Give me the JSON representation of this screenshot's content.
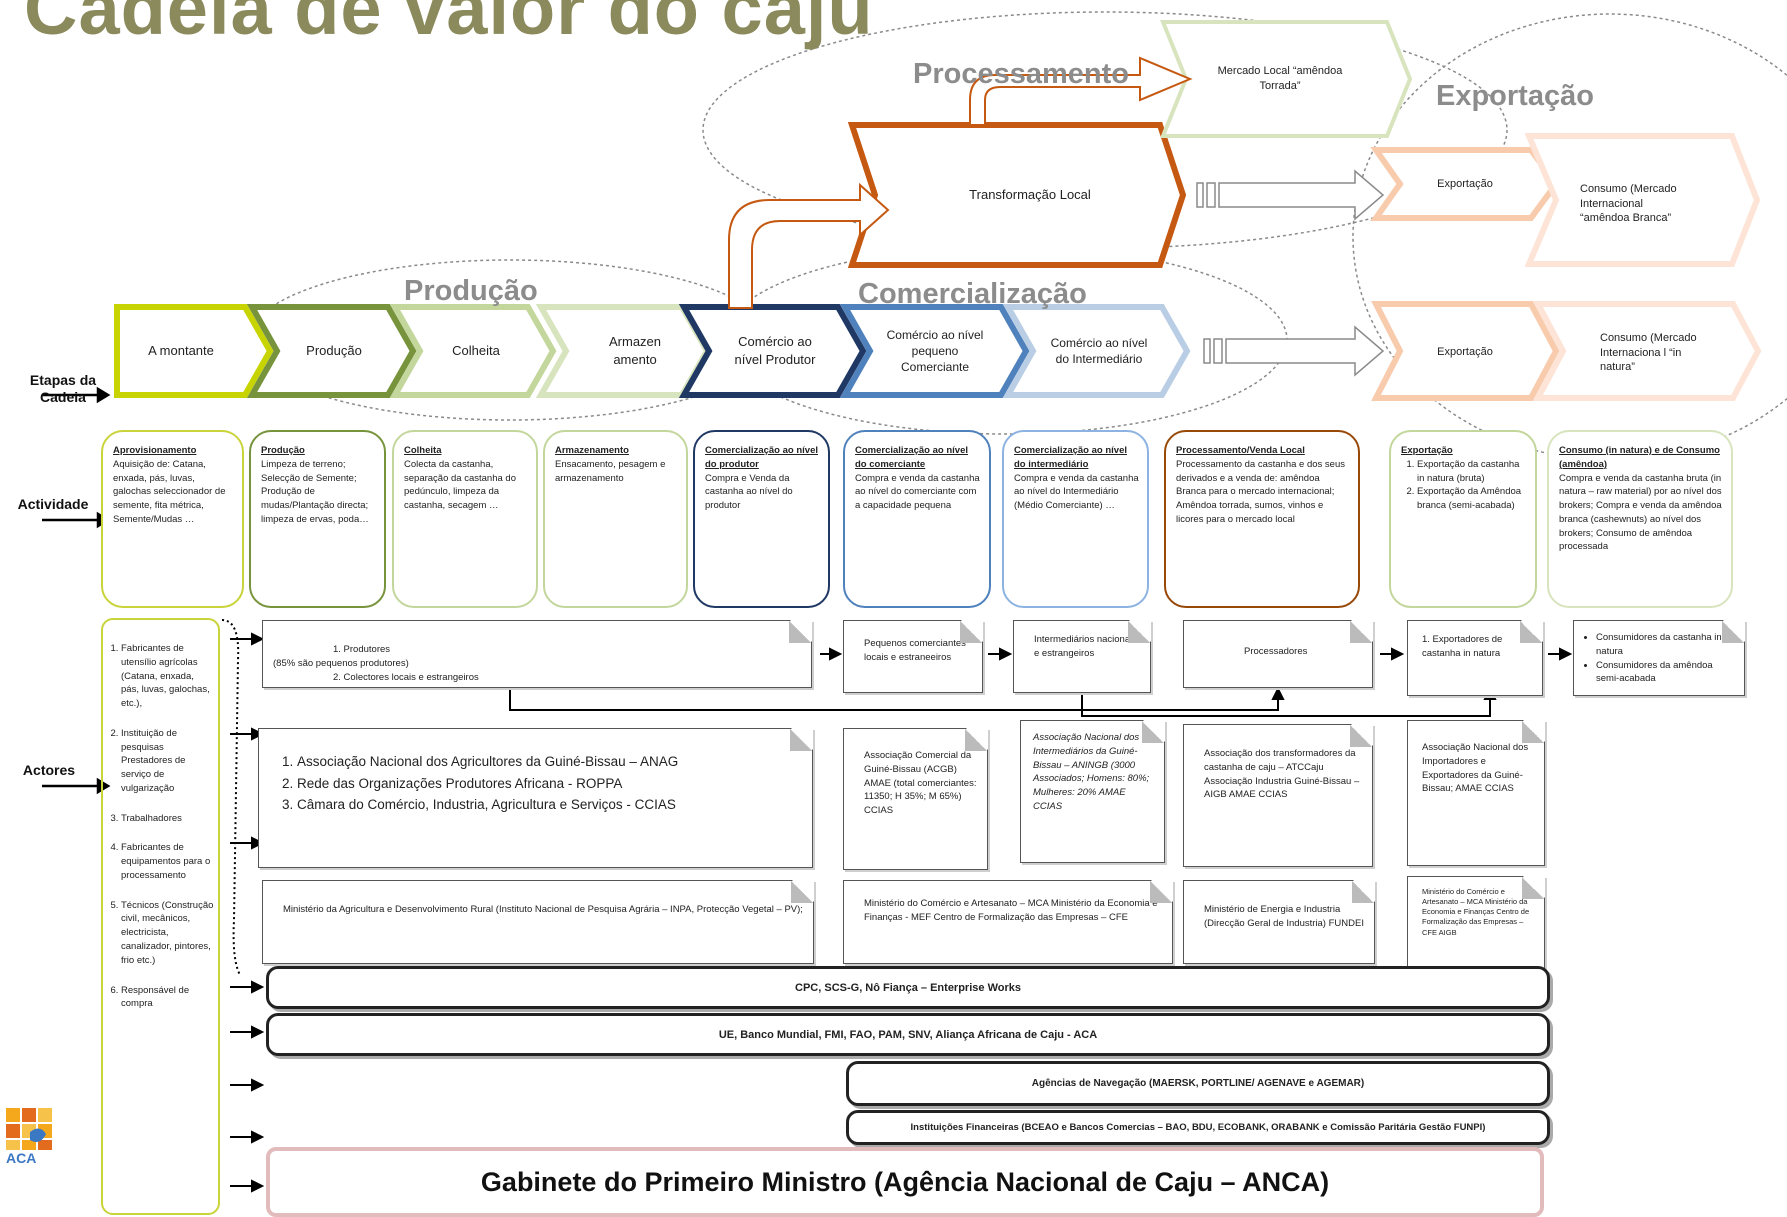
{
  "title": "Cadeia de valor do caju",
  "phases": {
    "producao": "Produção",
    "comercializacao": "Comercialização",
    "processamento": "Processamento",
    "exportacao": "Exportação"
  },
  "side_labels": {
    "etapas": "Etapas da Cadeia",
    "actividade": "Actividade",
    "actores": "Actores"
  },
  "stages": [
    "A montante",
    "Produção",
    "Colheita",
    "Armazen amento",
    "Comércio ao nível Produtor",
    "Comércio ao nível pequeno Comerciante",
    "Comércio ao nível do Intermediário"
  ],
  "upper_chain": {
    "mercado_local": "Mercado Local “amêndoa Torrada”",
    "transformacao": "Transformação Local",
    "exportacao_top": "Exportação",
    "consumo_top": "Consumo (Mercado Internacional “amêndoa Branca”"
  },
  "lower_chain": {
    "exportacao_bottom": "Exportação",
    "consumo_bottom": "Consumo (Mercado Internaciona l “in natura”"
  },
  "activities": {
    "aprovisionamento": {
      "title": "Aprovisionamento",
      "body": "Aquisição de: Catana, enxada, pás, luvas, galochas seleccionador de semente, fita métrica, Semente/Mudas …"
    },
    "producao": {
      "title": "Produção",
      "body": "Limpeza de terreno; Selecção de Semente; Produção de mudas/Plantação directa; limpeza de ervas, poda…"
    },
    "colheita": {
      "title": "Colheita",
      "body": "Colecta da castanha, separação da castanha do pedúnculo, limpeza da castanha, secagem …"
    },
    "armazenamento": {
      "title": "Armazenamento",
      "body": "Ensacamento, pesagem e armazenamento"
    },
    "com_produtor": {
      "title": "Comercialização ao nível do produtor",
      "body": "Compra e Venda da castanha ao nível do produtor"
    },
    "com_comerciante": {
      "title": "Comercialização ao nível do comerciante",
      "body": "Compra e venda da castanha ao nível do comerciante com a capacidade pequena"
    },
    "com_intermediario": {
      "title": "Comercialização ao nível do intermediário",
      "body": "Compra e venda da castanha ao nível do Intermediário (Médio Comerciante) …"
    },
    "processamento": {
      "title": "Processamento/Venda Local",
      "body": "Processamento da castanha e dos seus derivados e a venda de: amêndoa Branca para o mercado internacional; Amêndoa torrada, sumos, vinhos e licores para o mercado local"
    },
    "exportacao": {
      "title": "Exportação",
      "items": [
        "Exportação da castanha in natura (bruta)",
        "Exportação da Amêndoa branca (semi-acabada)"
      ]
    },
    "consumo": {
      "title": "Consumo (in natura) e de Consumo (amêndoa)",
      "body": "Compra e venda da castanha bruta (in natura – raw material) por ao nível dos brokers; Compra e venda da amêndoa branca (cashewnuts) ao nível dos brokers; Consumo de amêndoa processada"
    }
  },
  "actors_left": [
    "Fabricantes de utensílio agrícolas (Catana, enxada, pás, luvas, galochas, etc.),",
    "Instituição de pesquisas Prestadores de serviço de vulgarização",
    "Trabalhadores",
    "Fabricantes de equipamentos para o processamento",
    "Técnicos (Construção civil, mecânicos, electricista, canalizador, pintores, frio etc.)",
    "Responsável de compra"
  ],
  "actor_row1": {
    "produtores_1": "1. Produtores",
    "produtores_note": "(85% são pequenos produtores)",
    "produtores_2": "2. Colectores locais e estrangeiros",
    "pequenos": "Pequenos comerciantes locais e estraneeiros",
    "intermediarios": "Intermediários nacionais e estrangeiros",
    "processadores": "Processadores",
    "exportadores": "1. Exportadores de castanha in natura",
    "consumidores": [
      "Consumidores da castanha in natura",
      "Consumidores da amêndoa semi-acabada"
    ]
  },
  "actor_row2": {
    "anag": [
      "Associação Nacional dos Agricultores da Guiné-Bissau – ANAG",
      "Rede das Organizações Produtores Africana - ROPPA",
      "Câmara do Comércio, Industria, Agricultura e Serviços - CCIAS"
    ],
    "acgb": "Associação Comercial da Guiné-Bissau (ACGB) AMAE (total comerciantes: 11350; H 35%; M 65%) CCIAS",
    "aningb": "Associação Nacional dos Intermediários da Guiné-Bissau – ANINGB (3000 Associados; Homens: 80%; Mulheres: 20% AMAE CCIAS",
    "atccaju": "Associação dos transformadores da castanha de caju – ATCCaju Associação Industria Guiné-Bissau – AIGB AMAE CCIAS",
    "exportadores_assoc": "Associação Nacional dos Importadores e Exportadores da Guiné-Bissau; AMAE CCIAS"
  },
  "actor_row3": {
    "minagri": "Ministério da Agricultura e Desenvolvimento Rural (Instituto Nacional de Pesquisa Agrária – INPA, Protecção Vegetal – PV);",
    "mincom": "Ministério do Comércio e Artesanato – MCA Ministério da Economia e Finanças - MEF Centro de Formalização das Empresas – CFE",
    "minenergia": "Ministério de Energia e Industria (Direcção Geral de Industria) FUNDEI",
    "minexport": "Ministério do Comércio e Artesanato – MCA Ministério da Economia e Finanças Centro de Formalização das Empresas – CFE AIGB"
  },
  "bars": {
    "cpc": "CPC, SCS-G, Nô Fiança – Enterprise Works",
    "ue": "UE, Banco Mundial, FMI, FAO, PAM, SNV, Aliança Africana de Caju - ACA",
    "agencias": "Agências de Navegação (MAERSK, PORTLINE/ AGENAVE e AGEMAR)",
    "financeiras": "Instituições Financeiras (BCEAO e Bancos Comercias – BAO, BDU, ECOBANK, ORABANK e Comissão Paritária Gestão FUNPI)",
    "gabinete": "Gabinete do Primeiro Ministro (Agência Nacional de Caju – ANCA)"
  },
  "logo": {
    "text": "ACA"
  },
  "colors": {
    "amontante": "#c8d400",
    "producao": "#77933c",
    "colheita": "#c3d69b",
    "produtor": "#1f3864",
    "comerciante": "#4f81bd",
    "intermediario": "#b9cde5",
    "transformacao": "#c65911",
    "exportacao": "#f8cbad"
  }
}
